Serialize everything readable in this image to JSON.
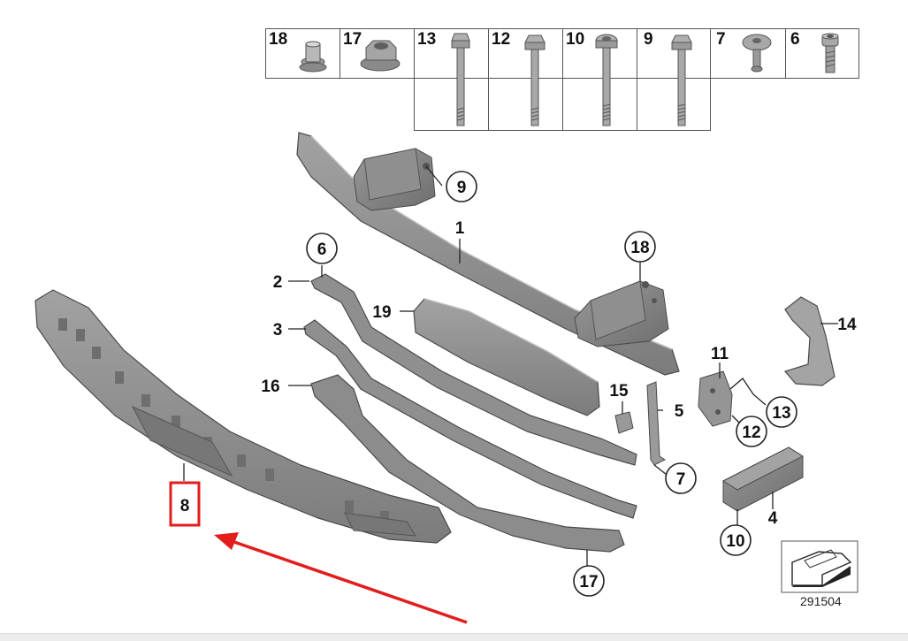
{
  "legend": {
    "top_row": [
      "18",
      "17",
      "13",
      "12",
      "10",
      "9",
      "7",
      "6"
    ],
    "bottom_row": [
      "13",
      "12",
      "10",
      "9"
    ]
  },
  "callouts": {
    "c1": "1",
    "c2": "2",
    "c3": "3",
    "c4": "4",
    "c5": "5",
    "c6": "6",
    "c7": "7",
    "c8": "8",
    "c9": "9",
    "c10": "10",
    "c11": "11",
    "c12": "12",
    "c13": "13",
    "c14": "14",
    "c15": "15",
    "c16": "16",
    "c17": "17",
    "c18": "18",
    "c19": "19"
  },
  "diagram_ref": "291504",
  "colors": {
    "part_fill": "#8e8e8e",
    "part_light": "#a9a9a9",
    "part_dark": "#6f6f6f",
    "highlight": "#e31c1c",
    "arrow": "#e31c1c"
  }
}
